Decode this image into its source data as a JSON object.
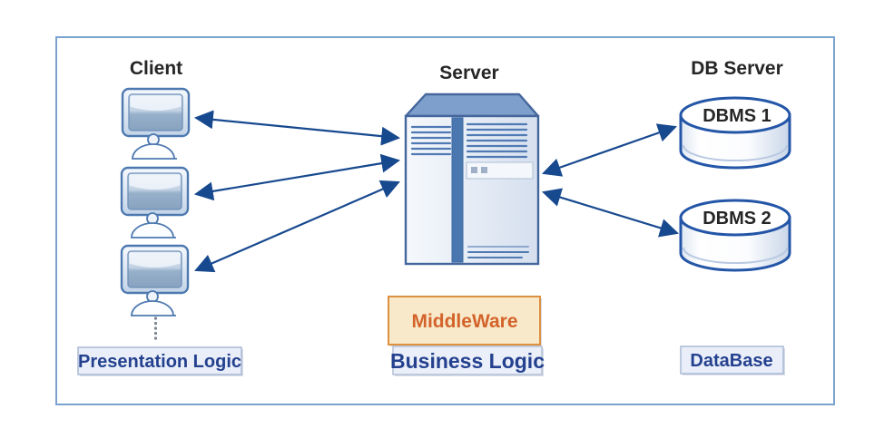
{
  "headings": {
    "client": "Client",
    "server": "Server",
    "db_server": "DB Server"
  },
  "client": {
    "workstation_count": 3,
    "layer_label": "Presentation Logic"
  },
  "server": {
    "middleware_label": "MiddleWare",
    "layer_label": "Business Logic"
  },
  "db": {
    "nodes": [
      "DBMS 1",
      "DBMS 2"
    ],
    "layer_label": "DataBase"
  },
  "colors": {
    "outer_border": "#7aa2cf",
    "arrow": "#17498f",
    "navy_text": "#24418f",
    "heading_text": "#262626",
    "middleware_text": "#d4632b",
    "middleware_fill": "#f7e9c9",
    "middleware_border": "#dd9040",
    "label_box_fill": "#e9eef8",
    "label_box_border": "#a9b8d4",
    "shape_outline": "#44669c",
    "cylinder_outline": "#2456a8",
    "server_top_fill": "#7e9fcb"
  }
}
